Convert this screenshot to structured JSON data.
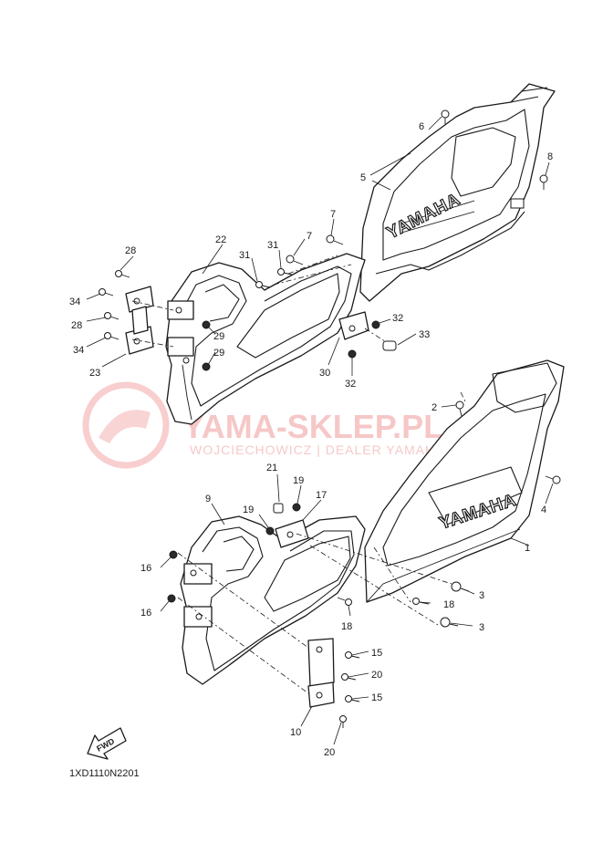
{
  "diagram": {
    "callouts": {
      "c1": "1",
      "c2": "2",
      "c3a": "3",
      "c3b": "3",
      "c4": "4",
      "c5": "5",
      "c6": "6",
      "c7a": "7",
      "c7b": "7",
      "c8": "8",
      "c9": "9",
      "c10": "10",
      "c15a": "15",
      "c15b": "15",
      "c16a": "16",
      "c16b": "16",
      "c17": "17",
      "c18a": "18",
      "c18b": "18",
      "c19a": "19",
      "c19b": "19",
      "c20a": "20",
      "c20b": "20",
      "c21": "21",
      "c22": "22",
      "c23": "23",
      "c28a": "28",
      "c28b": "28",
      "c29a": "29",
      "c29b": "29",
      "c30": "30",
      "c31a": "31",
      "c31b": "31",
      "c32a": "32",
      "c32b": "32",
      "c33": "33",
      "c34a": "34",
      "c34b": "34"
    },
    "brand_upper": "YAMAHA",
    "brand_lower": "YAMAHA",
    "fwd_label": "FWD",
    "drawing_code": "1XD1110N2201"
  },
  "watermark": {
    "main": "YAMA-SKLEP.PL",
    "sub": "WOJCIECHOWICZ | DEALER YAMAHA"
  },
  "colors": {
    "line": "#1a1a1a",
    "watermark": "#e23b3b"
  }
}
